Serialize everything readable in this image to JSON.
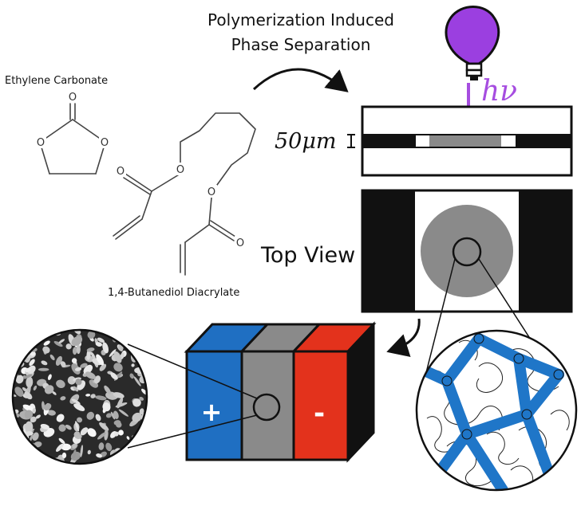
{
  "process_title_line1": "Polymerization Induced",
  "process_title_line2": "Phase Separation",
  "light_label": "hν",
  "thickness_label": "50μm",
  "top_view_label": "Top View",
  "molecule_top_name": "Ethylene Carbonate",
  "molecule_bottom_name": "1,4-Butanediol Diacrylate",
  "atom_oxygen": "O",
  "plus_label": "+",
  "minus_label": "-",
  "colors": {
    "uv_purple": "#a64de0",
    "electrode_blue": "#1f6fc2",
    "electrode_red": "#e3321c",
    "separator_gray": "#8a8a8a",
    "polymer_blue": "#1f76c8"
  }
}
